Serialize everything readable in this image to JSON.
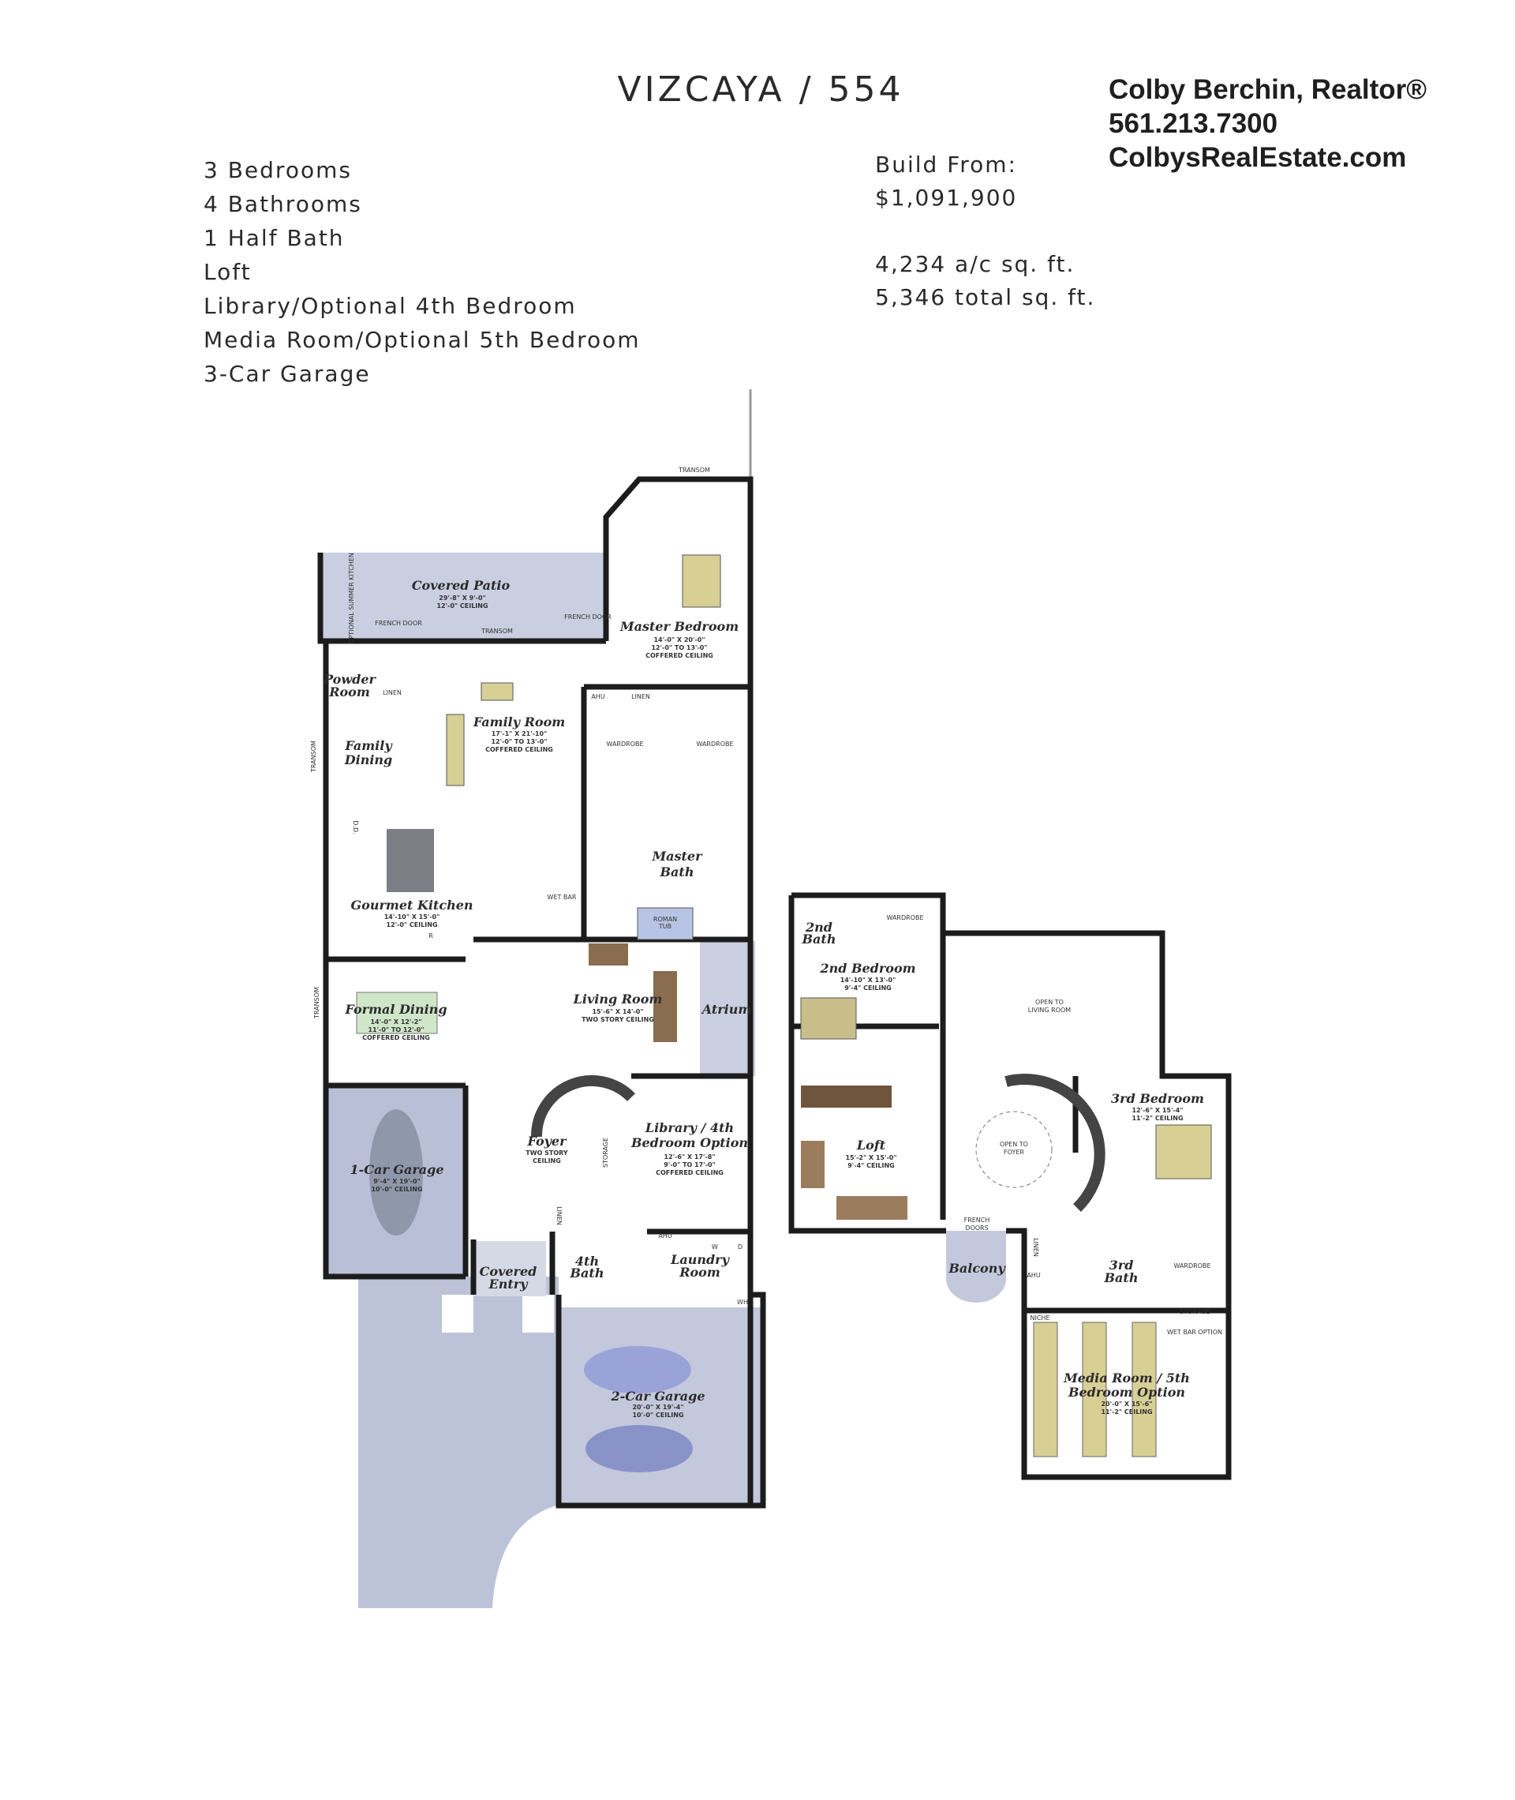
{
  "header": {
    "title": "VIZCAYA / 554"
  },
  "realtor": {
    "name": "Colby Berchin, Realtor®",
    "phone": "561.213.7300",
    "website": "ColbysRealEstate.com"
  },
  "features": [
    "3 Bedrooms",
    "4 Bathrooms",
    "1 Half Bath",
    "Loft",
    "Library/Optional 4th Bedroom",
    "Media Room/Optional 5th Bedroom",
    "3-Car Garage"
  ],
  "pricing": {
    "build_from_label": "Build From:",
    "price": "$1,091,900",
    "ac_sqft": "4,234 a/c sq. ft.",
    "total_sqft": "5,346 total sq. ft."
  },
  "colors": {
    "garage": "#b9bfd6",
    "patio": "#c9cfe0",
    "wall": "#1c1c1c",
    "furniture_tan": "#d8cf95",
    "furniture_brown": "#8a6d4e"
  },
  "first_floor": {
    "covered_patio": {
      "name": "Covered Patio",
      "dims": "29'-8\" X 9'-0\"",
      "ceiling": "12'-0\" CEILING"
    },
    "summer_kitchen": "OPTIONAL SUMMER KITCHEN",
    "french_door": "FRENCH DOOR",
    "transom": "TRANSOM",
    "master_bedroom": {
      "name": "Master Bedroom",
      "dims": "14'-0\" X 20'-0\"",
      "ceiling": "12'-0\" TO 13'-0\"",
      "ceiling2": "COFFERED CEILING"
    },
    "powder_room": {
      "line1": "Powder",
      "line2": "Room"
    },
    "linen": "LINEN",
    "ahu": "AHU",
    "wardrobe": "WARDROBE",
    "family_dining": {
      "line1": "Family",
      "line2": "Dining"
    },
    "family_room": {
      "name": "Family Room",
      "dims": "17'-1\" X 21'-10\"",
      "ceiling": "12'-0\" TO 13'-0\"",
      "ceiling2": "COFFERED CEILING"
    },
    "dd": "D.D.",
    "gourmet_kitchen": {
      "name": "Gourmet Kitchen",
      "dims": "14'-10\" X 15'-0\"",
      "ceiling": "12'-0\" CEILING"
    },
    "r": "R",
    "wet_bar": "WET BAR",
    "master_bath": {
      "line1": "Master",
      "line2": "Bath"
    },
    "roman_tub": {
      "line1": "ROMAN",
      "line2": "TUB"
    },
    "formal_dining": {
      "name": "Formal Dining",
      "dims": "14'-0\" X 12'-2\"",
      "ceiling": "11'-0\" TO 12'-0\"",
      "ceiling2": "COFFERED CEILING"
    },
    "living_room": {
      "name": "Living Room",
      "dims": "15'-6\" X 14'-0\"",
      "ceiling": "TWO STORY CEILING"
    },
    "atrium": "Atrium",
    "foyer": {
      "name": "Foyer",
      "line1": "TWO STORY",
      "line2": "CEILING"
    },
    "storage": "STORAGE",
    "library": {
      "line1": "Library / 4th",
      "line2": "Bedroom Option",
      "dims": "12'-6\" X 17'-8\"",
      "ceiling": "9'-0\" TO 17'-0\"",
      "ceiling2": "COFFERED CEILING"
    },
    "one_car_garage": {
      "name": "1-Car Garage",
      "dims": "9'-4\" X 19'-0\"",
      "ceiling": "10'-0\" CEILING"
    },
    "covered_entry": {
      "line1": "Covered",
      "line2": "Entry"
    },
    "fourth_bath": {
      "line1": "4th",
      "line2": "Bath"
    },
    "laundry": {
      "line1": "Laundry",
      "line2": "Room",
      "w": "W",
      "d": "D"
    },
    "wh": "WH",
    "two_car_garage": {
      "name": "2-Car Garage",
      "dims": "20'-0\" X 19'-4\"",
      "ceiling": "10'-0\" CEILING"
    }
  },
  "second_floor": {
    "second_bath": {
      "line1": "2nd",
      "line2": "Bath"
    },
    "wardrobe": "WARDROBE",
    "second_bedroom": {
      "name": "2nd Bedroom",
      "dims": "14'-10\" X 13'-0\"",
      "ceiling": "9'-4\" CEILING"
    },
    "open_living": {
      "line1": "OPEN TO",
      "line2": "LIVING ROOM"
    },
    "third_bedroom": {
      "name": "3rd Bedroom",
      "dims": "12'-6\" X 15'-4\"",
      "ceiling": "11'-2\" CEILING"
    },
    "loft": {
      "name": "Loft",
      "dims": "15'-2\" X 15'-0\"",
      "ceiling": "9'-4\" CEILING"
    },
    "open_foyer": {
      "line1": "OPEN TO",
      "line2": "FOYER"
    },
    "french_doors": {
      "line1": "FRENCH",
      "line2": "DOORS"
    },
    "balcony": "Balcony",
    "linen": "LINEN",
    "ahu": "AHU",
    "niche": "NICHE",
    "third_bath": {
      "line1": "3rd",
      "line2": "Bath"
    },
    "wardrobe2": "WARDROBE",
    "storage": "STORAGE",
    "wet_bar_option": "WET BAR OPTION",
    "media_room": {
      "line1": "Media Room / 5th",
      "line2": "Bedroom Option",
      "dims": "20'-0\" X 15'-6\"",
      "ceiling": "11'-2\" CEILING"
    }
  }
}
